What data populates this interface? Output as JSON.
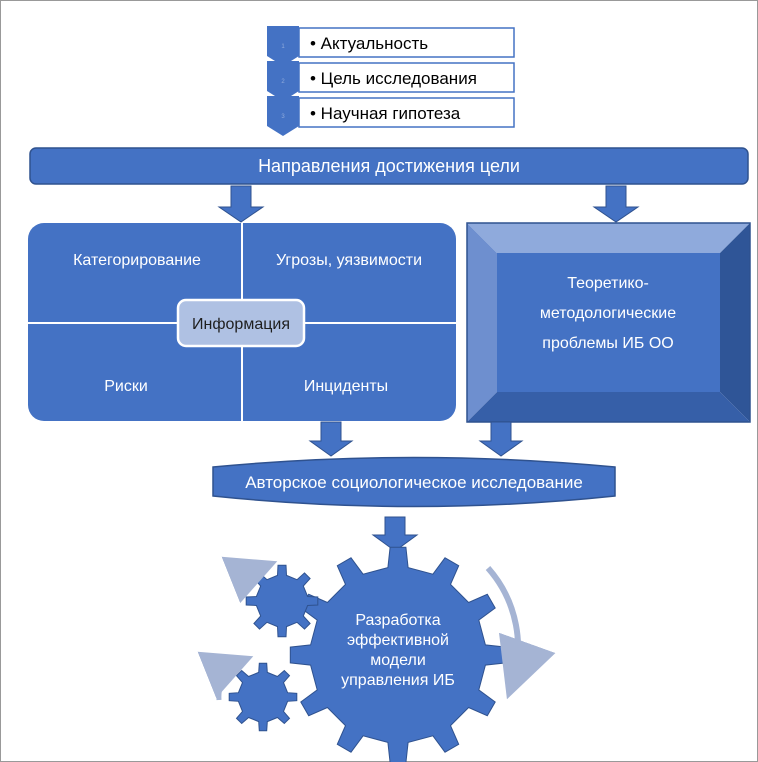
{
  "intro_list": {
    "items": [
      {
        "num": "1",
        "label": "• Актуальность"
      },
      {
        "num": "2",
        "label": "• Цель исследования"
      },
      {
        "num": "3",
        "label": "• Научная гипотеза"
      }
    ]
  },
  "direction_bar": {
    "label": "Направления достижения цели"
  },
  "matrix": {
    "top_left": "Категорирование",
    "top_right": "Угрозы, уязвимости",
    "bottom_left": "Риски",
    "bottom_right": "Инциденты",
    "center": "Информация"
  },
  "theory_box": {
    "lines": [
      "Теоретико-",
      "методологические",
      "проблемы ИБ ОО"
    ]
  },
  "research_bar": {
    "label": "Авторское социологическое исследование"
  },
  "gear": {
    "lines": [
      "Разработка",
      "эффективной",
      "модели",
      "управления ИБ"
    ]
  },
  "colors": {
    "fill": "#4472C4",
    "stroke": "#2F528F",
    "bevel_light": "#8FAADC",
    "bevel_dark": "#2F5597",
    "center_fill": "#AFC1E3",
    "arc": "#A5B4D4"
  }
}
